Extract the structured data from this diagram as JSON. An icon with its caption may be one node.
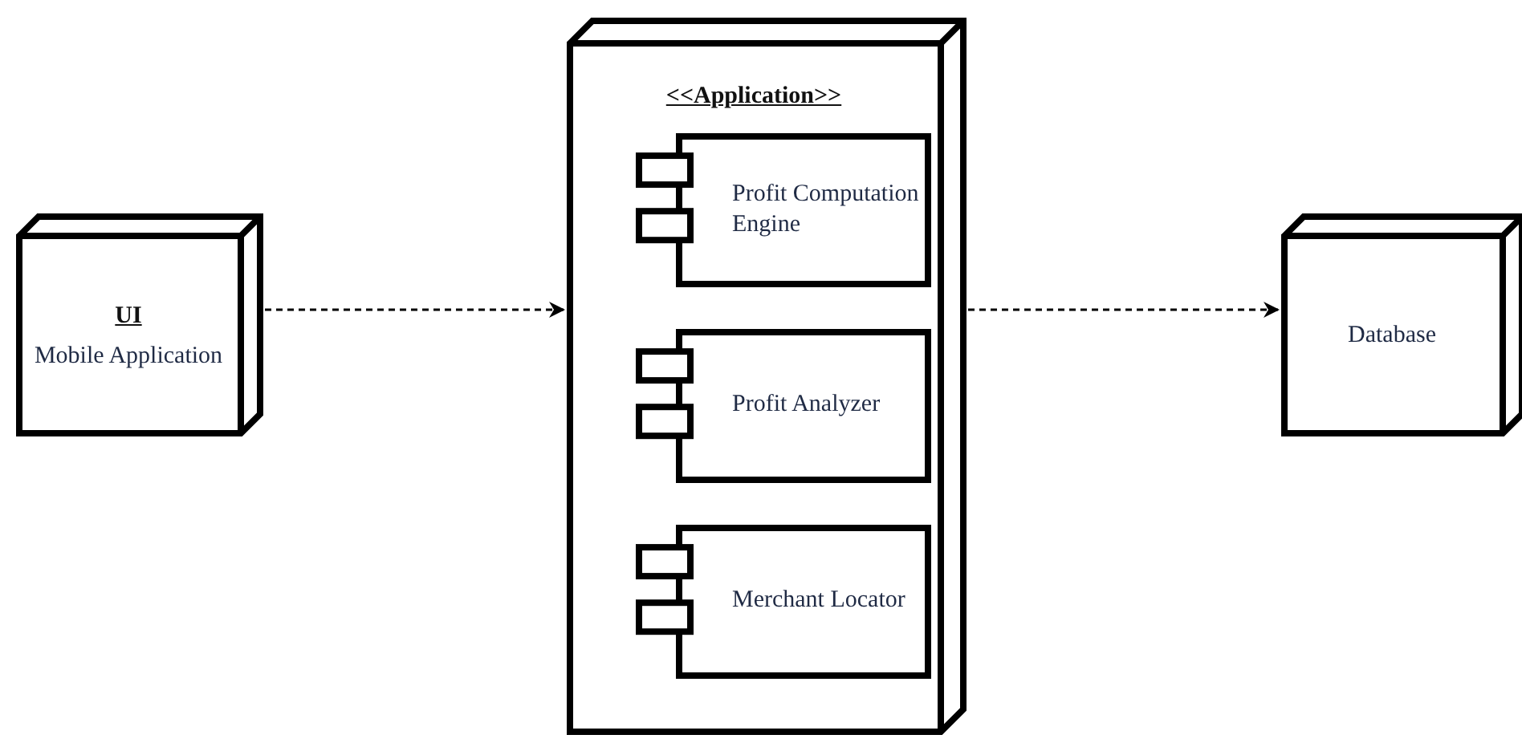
{
  "diagram": {
    "nodes": [
      {
        "text": [
          "UI",
          "Mobile Application"
        ]
      },
      {
        "text": [
          "<<Application>>"
        ]
      },
      {
        "text": [
          "Profit Computation Engine"
        ],
        "in": 1
      },
      {
        "text": [
          "Profit Analyzer"
        ],
        "in": 1
      },
      {
        "text": [
          "Merchant Locator"
        ],
        "in": 1
      },
      {
        "text": [
          "Database"
        ]
      }
    ],
    "edges": [
      {
        "from": 0,
        "to": 1,
        "arrow": "to",
        "style": "dashed"
      },
      {
        "from": 1,
        "to": 5,
        "arrow": "to",
        "style": "dashed"
      }
    ]
  }
}
